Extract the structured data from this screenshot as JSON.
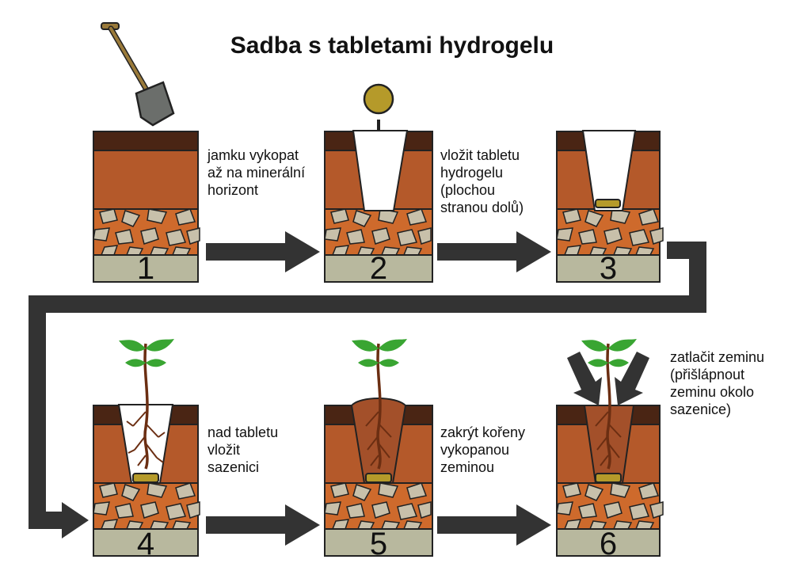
{
  "title": "Sadba s tabletami hydrogelu",
  "steps": [
    {
      "number": "1",
      "lines": [
        "jamku vykopat",
        "až na minerální",
        "horizont"
      ]
    },
    {
      "number": "2",
      "lines": [
        "vložit tabletu",
        "hydrogelu",
        "(plochou",
        "stranou dolů)"
      ]
    },
    {
      "number": "3",
      "lines": []
    },
    {
      "number": "4",
      "lines": [
        "nad tabletu",
        "vložit",
        "sazenici"
      ]
    },
    {
      "number": "5",
      "lines": [
        "zakrýt kořeny",
        "vykopanou",
        "zeminou"
      ]
    },
    {
      "number": "6",
      "lines": [
        "zatlačit zeminu",
        "(přišlápnout",
        "zeminu okolo",
        "sazenice)"
      ]
    }
  ],
  "colors": {
    "topsoil": "#4a2514",
    "soil": "#b4592a",
    "mineral": "#ce6a2c",
    "rock": "#c8c0aa",
    "base": "#b8b89e",
    "arrow": "#333333",
    "tablet": "#b59a2a",
    "leaf": "#39a532",
    "root": "#6b2e12",
    "shovel_blade": "#6b6e6b",
    "shovel_handle": "#9a7a3a"
  },
  "icons": [
    "shovel-icon",
    "hydrogel-tablet-icon",
    "seedling-icon",
    "flow-arrow-icon",
    "press-arrow-icon"
  ]
}
